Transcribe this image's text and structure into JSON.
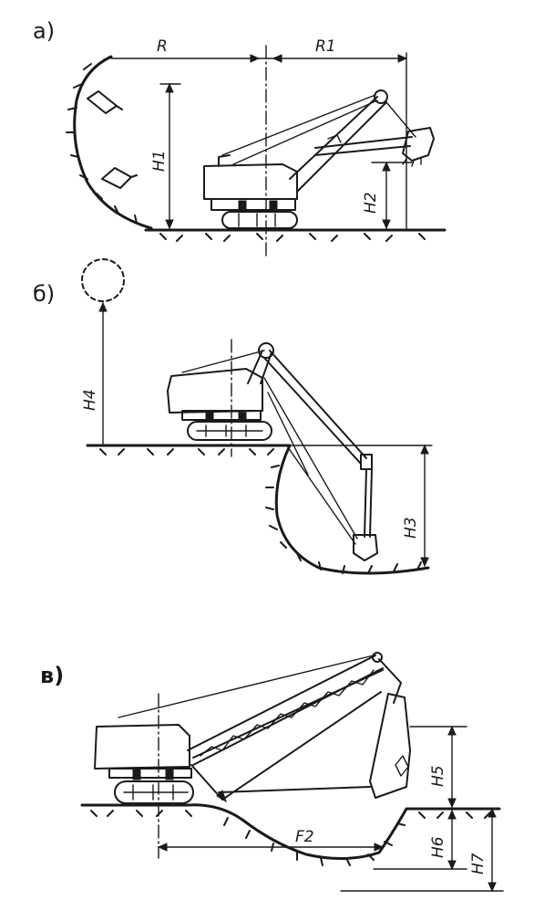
{
  "diagrams": [
    {
      "id": "a",
      "label": "а)",
      "dims": {
        "r": "R",
        "r1": "R1",
        "h1": "H1",
        "h2": "H2"
      }
    },
    {
      "id": "b",
      "label": "б)",
      "dims": {
        "h4": "H4",
        "h3": "H3"
      }
    },
    {
      "id": "c",
      "label": "в)",
      "dims": {
        "h5": "H5",
        "h6": "H6",
        "h7": "H7",
        "f2": "F2"
      }
    }
  ]
}
